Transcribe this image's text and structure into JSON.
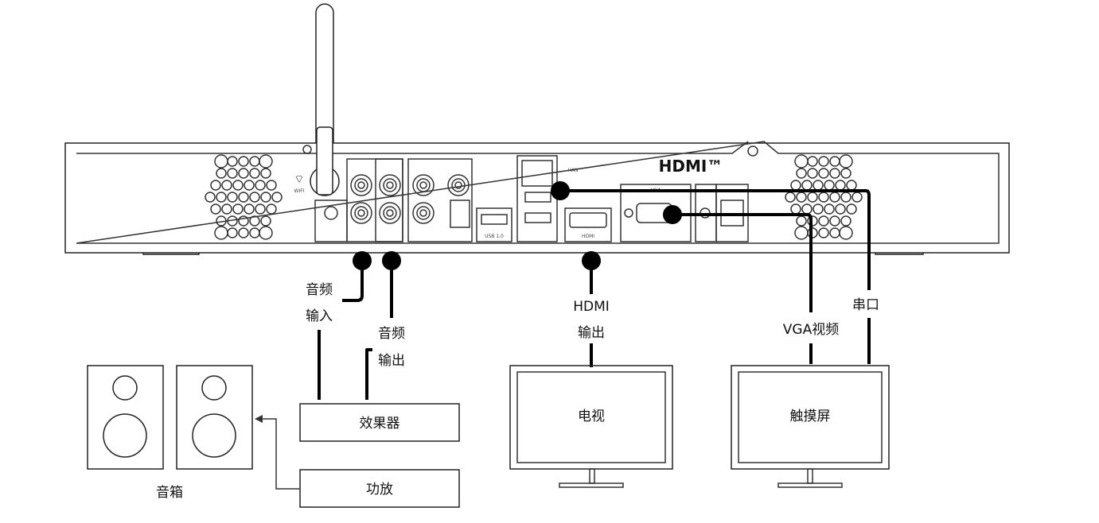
{
  "device": {
    "logo": "HDMI™",
    "port_labels": {
      "wifi": "WIFI",
      "lan": "HAN",
      "vga": "VGA",
      "usb": "USB 1.0",
      "hdmi_port": "HDMI"
    }
  },
  "connections": {
    "audio_in": [
      "音频",
      "输入"
    ],
    "audio_out": [
      "音频",
      "输出"
    ],
    "hdmi_out": [
      "HDMI",
      "输出"
    ],
    "vga": "VGA视频",
    "serial": "串口"
  },
  "devices": {
    "effects": "效果器",
    "amplifier": "功放",
    "speakers": "音箱",
    "tv": "电视",
    "touchscreen": "触摸屏"
  }
}
